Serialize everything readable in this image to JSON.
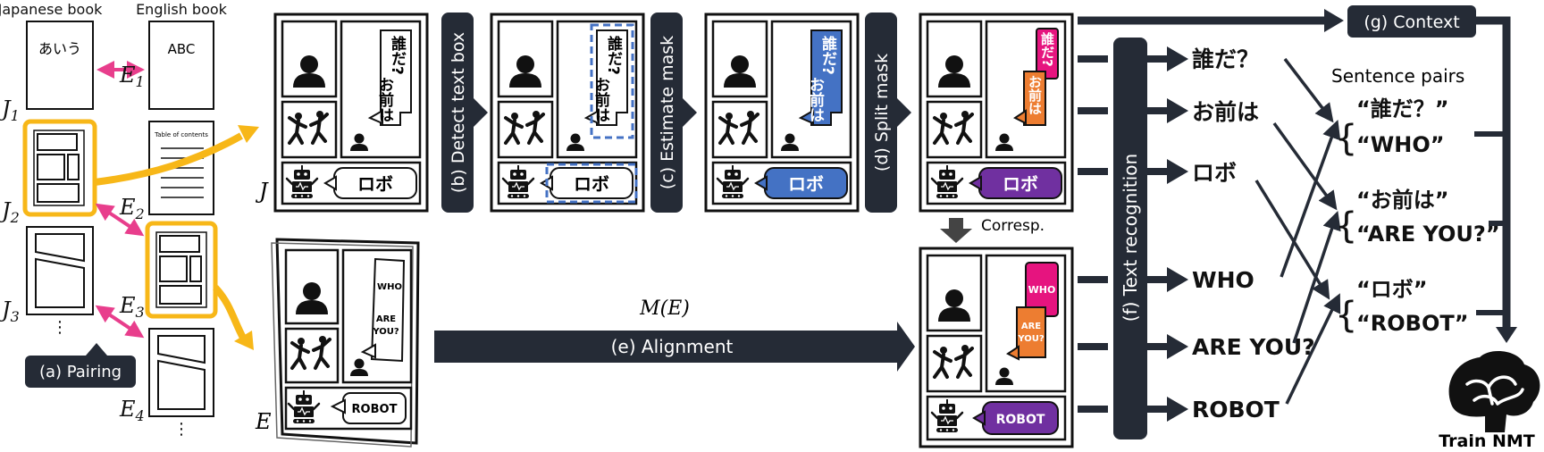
{
  "books": {
    "japanese_label": "Japanese book",
    "english_label": "English book",
    "jp_cover_text": "あいう",
    "en_cover_text": "ABC",
    "toc_text": "Table of contents",
    "j1": "J",
    "j1_sub": "1",
    "j2": "J",
    "j2_sub": "2",
    "j3": "J",
    "j3_sub": "3",
    "e1": "E",
    "e1_sub": "1",
    "e2": "E",
    "e2_sub": "2",
    "e3": "E",
    "e3_sub": "3",
    "e4": "E",
    "e4_sub": "4",
    "ellipsis": "⋮"
  },
  "steps": {
    "pairing": "(a) Pairing",
    "detect": "(b) Detect text box",
    "mask": "(c) Estimate mask",
    "split": "(d) Split mask",
    "alignment": "(e) Alignment",
    "recognition": "(f) Text recognition",
    "context": "(g) Context"
  },
  "page_labels": {
    "j": "J",
    "e": "E",
    "m_e": "M(E)",
    "corresp": "Corresp."
  },
  "balloons": {
    "ja_top": "誰だ？",
    "ja_top_short": "誰だ?",
    "ja_mid": "お前は",
    "ja_bottom": "ロボ",
    "en_who": "WHO",
    "en_are": "ARE",
    "en_you": "YOU?",
    "en_robot": "ROBOT"
  },
  "recognized": {
    "ja": [
      "誰だ？",
      "お前は",
      "ロボ"
    ],
    "en": [
      "WHO",
      "ARE YOU?",
      "ROBOT"
    ]
  },
  "pairs": {
    "title": "Sentence pairs",
    "items": [
      {
        "ja": "“誰だ？”",
        "en": "“WHO”"
      },
      {
        "ja": "“お前は”",
        "en": "“ARE YOU?”"
      },
      {
        "ja": "“ロボ”",
        "en": "“ROBOT”"
      }
    ]
  },
  "train": "Train NMT",
  "colors": {
    "dark": "#252b36",
    "pink": "#e83e8c",
    "gold": "#f7b718",
    "blue": "#4472c4",
    "orange": "#ed7d31",
    "magenta": "#e6147f",
    "purple": "#7030a0"
  }
}
